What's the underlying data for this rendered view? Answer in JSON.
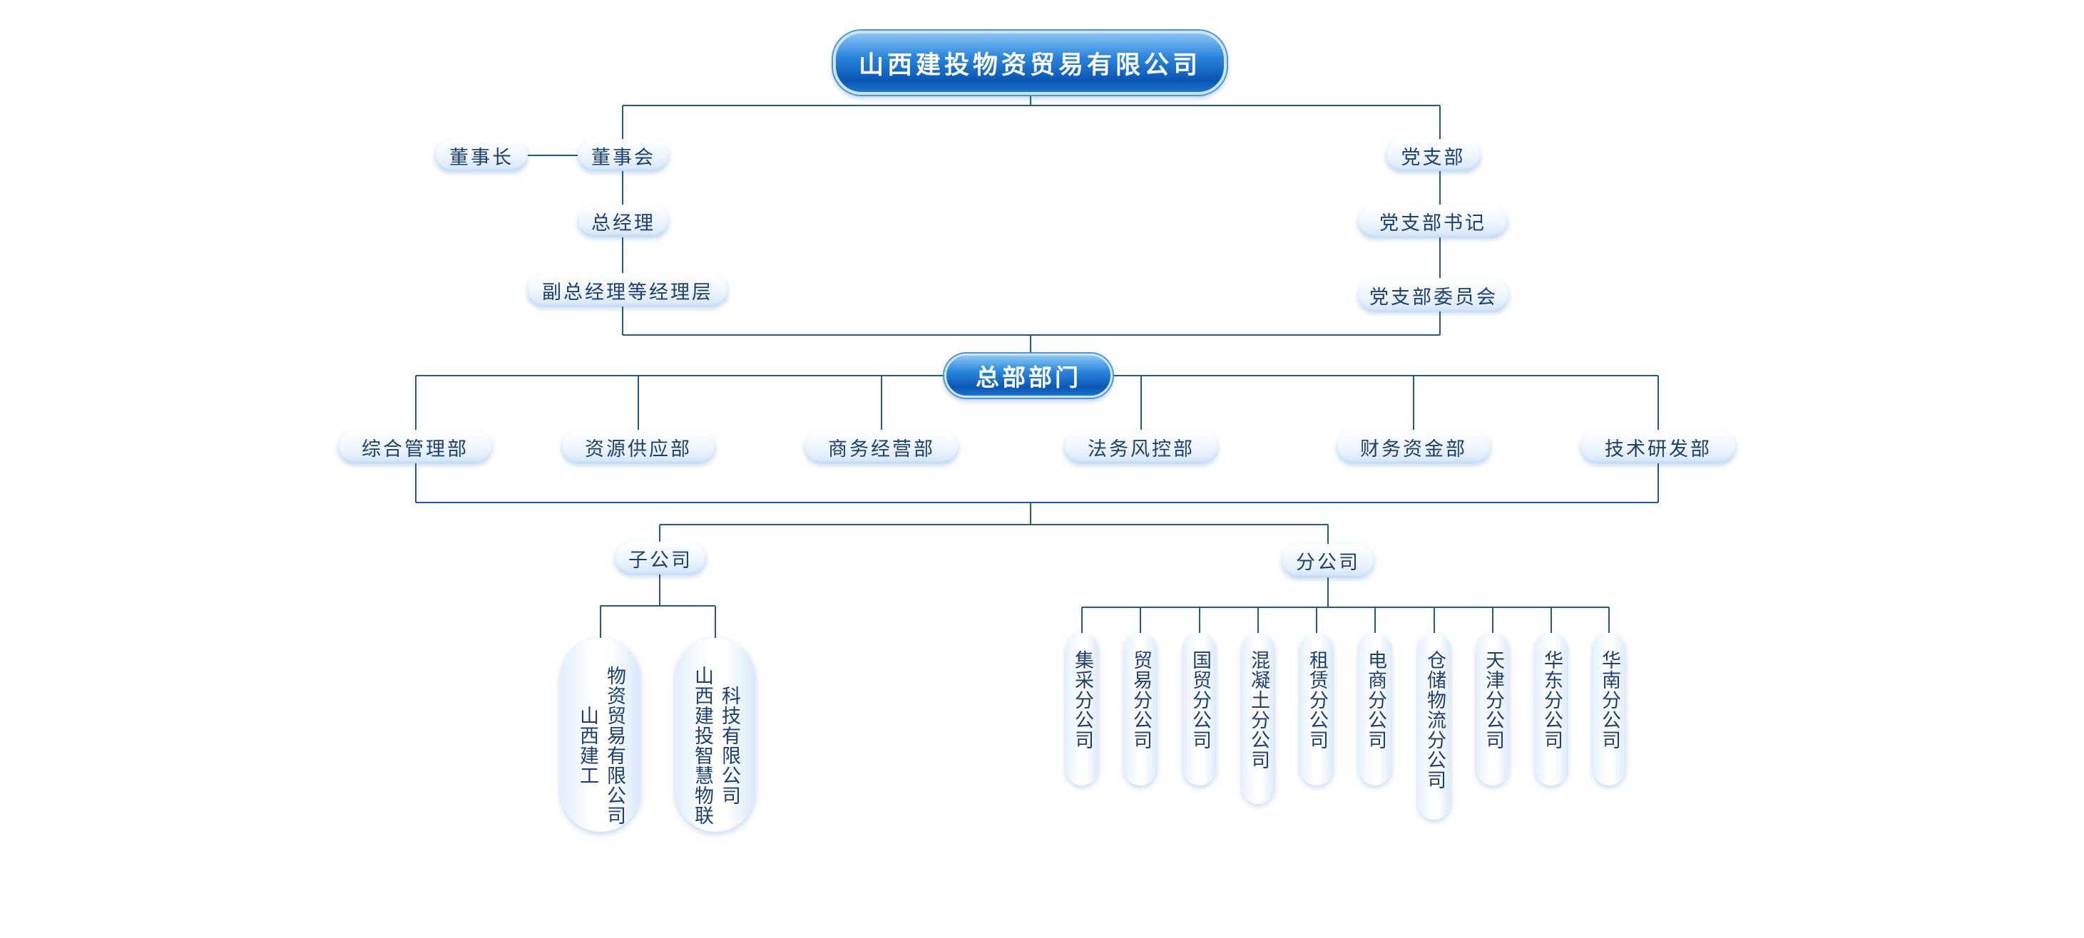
{
  "org": {
    "company": "山西建投物资贸易有限公司",
    "chairman": "董事长",
    "board": "董事会",
    "gm": "总经理",
    "deputy": "副总经理等经理层",
    "party": {
      "branch": "党支部",
      "secretary": "党支部书记",
      "committee": "党支部委员会"
    },
    "hq": {
      "title": "总部部门",
      "departments": [
        "综合管理部",
        "资源供应部",
        "商务经营部",
        "法务风控部",
        "财务资金部",
        "技术研发部"
      ]
    },
    "subsidiaries": {
      "title": "子公司",
      "items": [
        "物资贸易有限公司\n山西建工",
        "科技有限公司\n山西建投智慧物联"
      ]
    },
    "branches": {
      "title": "分公司",
      "items": [
        "集采分公司",
        "贸易分公司",
        "国贸分公司",
        "混凝土分公司",
        "租赁分公司",
        "电商分公司",
        "仓储物流分公司",
        "天津分公司",
        "华东分公司",
        "华南分公司"
      ]
    }
  },
  "colors": {
    "connector": "#1e5a96",
    "text": "#1c3f73",
    "title_fill": "#1a6fcf",
    "pill_fill": "#eef5fd"
  }
}
